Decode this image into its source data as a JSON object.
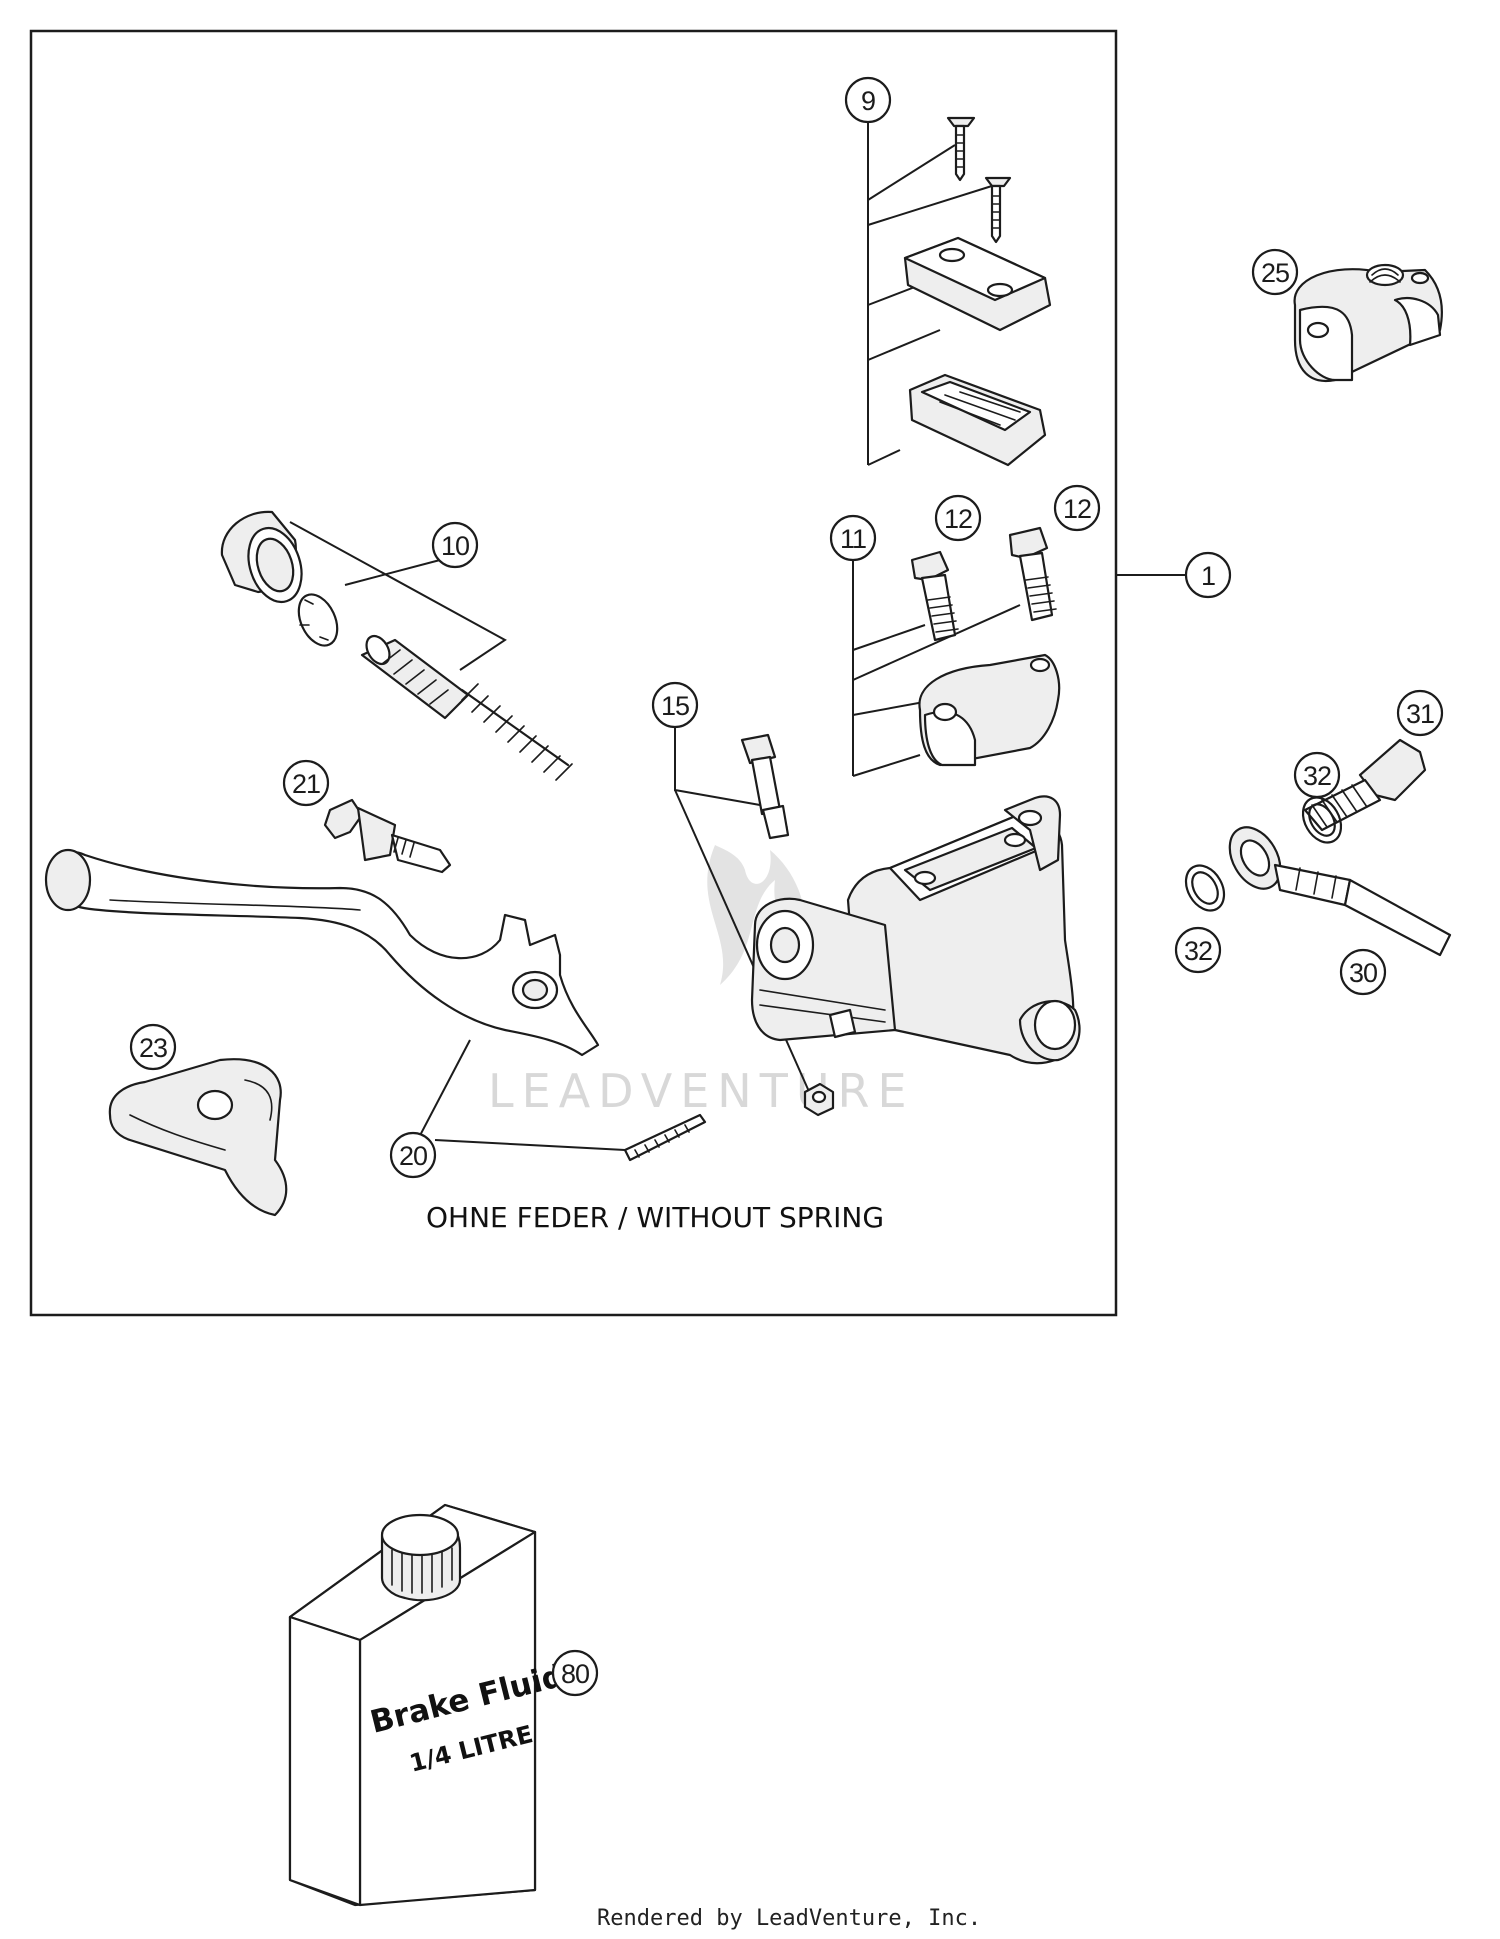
{
  "diagram": {
    "note": "OHNE FEDER / WITHOUT SPRING",
    "watermark": "LEADVENTURE",
    "footer": "Rendered by LeadVenture, Inc.",
    "product_label": {
      "line1": "Brake Fluid",
      "line2": "1/4 LITRE"
    },
    "callouts": [
      {
        "id": "c1",
        "label": "1"
      },
      {
        "id": "c9",
        "label": "9"
      },
      {
        "id": "c10",
        "label": "10"
      },
      {
        "id": "c11",
        "label": "11"
      },
      {
        "id": "c12a",
        "label": "12"
      },
      {
        "id": "c12b",
        "label": "12"
      },
      {
        "id": "c15",
        "label": "15"
      },
      {
        "id": "c20",
        "label": "20"
      },
      {
        "id": "c21",
        "label": "21"
      },
      {
        "id": "c23",
        "label": "23"
      },
      {
        "id": "c25",
        "label": "25"
      },
      {
        "id": "c30",
        "label": "30"
      },
      {
        "id": "c31",
        "label": "31"
      },
      {
        "id": "c32a",
        "label": "32"
      },
      {
        "id": "c32b",
        "label": "32"
      },
      {
        "id": "c80",
        "label": "80"
      }
    ]
  }
}
